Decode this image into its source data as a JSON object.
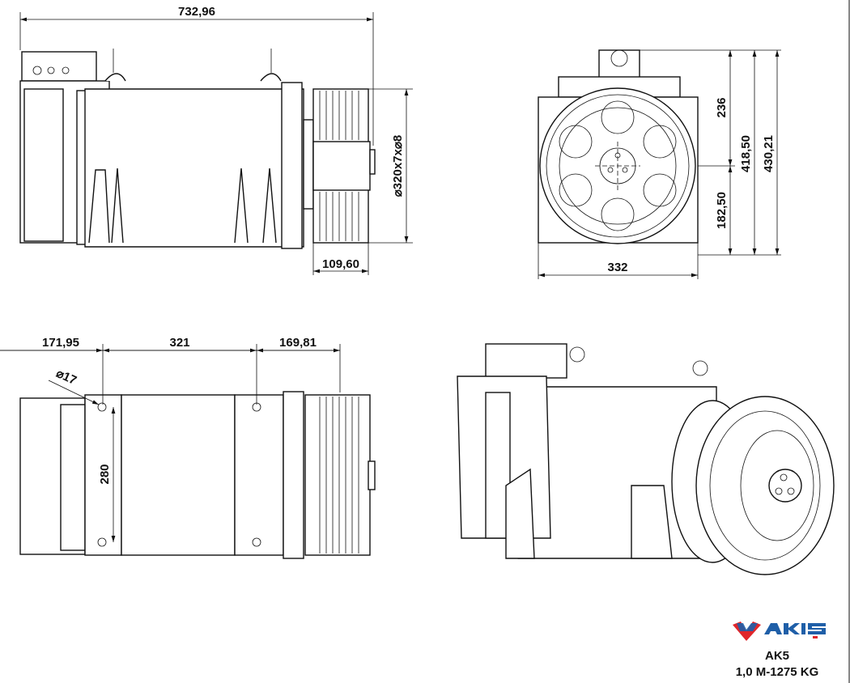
{
  "drawing": {
    "side_view": {
      "overall_length": "732,96",
      "pulley_spec": "⌀320x7x⌀8",
      "pulley_width": "109,60"
    },
    "front_view": {
      "width": "332",
      "upper_height": "236",
      "lower_height": "182,50",
      "height_to_base": "418,50",
      "total_height": "430,21"
    },
    "top_view": {
      "left_offset": "171,95",
      "hole_spacing": "321",
      "right_offset": "169,81",
      "hole_diameter": "⌀17",
      "hole_width": "280"
    }
  },
  "title_block": {
    "logo_text": "AKIS",
    "model": "AK5",
    "spec": "1,0 M-1275 KG",
    "colors": {
      "logo_red": "#e0262b",
      "logo_blue": "#1f5fa8"
    }
  }
}
